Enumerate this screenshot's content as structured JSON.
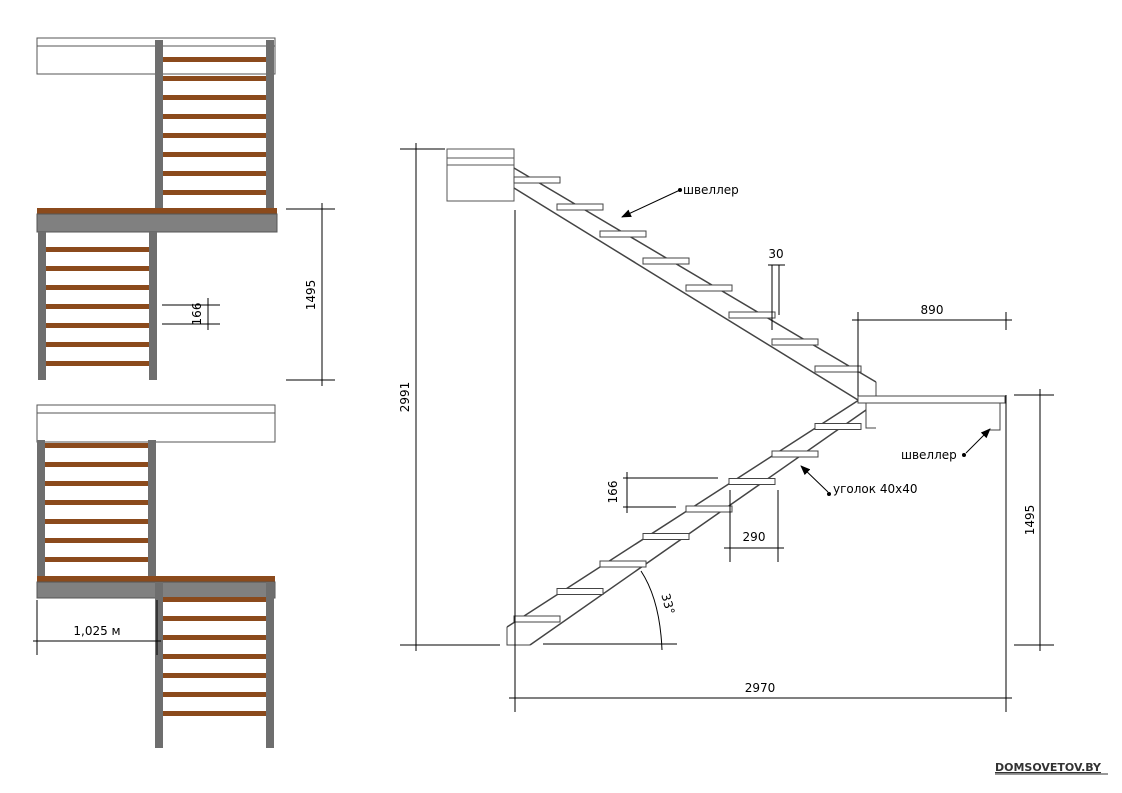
{
  "plan_views": {
    "upper_rung_count": 8,
    "lower_rung_count": 7,
    "dim_height": "1495",
    "dim_riser": "166",
    "dim_width": "1,025 м"
  },
  "side_view": {
    "dim_total_height": "2991",
    "dim_total_length": "2970",
    "dim_lower_height": "1495",
    "dim_landing": "890",
    "dim_tread_thickness": "30",
    "dim_riser": "166",
    "dim_tread_depth": "290",
    "angle": "33°",
    "label_channel_top": "швеллер",
    "label_channel_landing": "швеллер",
    "label_angle_iron": "уголок 40x40",
    "steps_per_flight": 8
  },
  "watermark": "DOMSOVETOV.BY",
  "colors": {
    "wood": "#8b4a1c",
    "steel": "#6e6e6e",
    "line": "#000000"
  }
}
